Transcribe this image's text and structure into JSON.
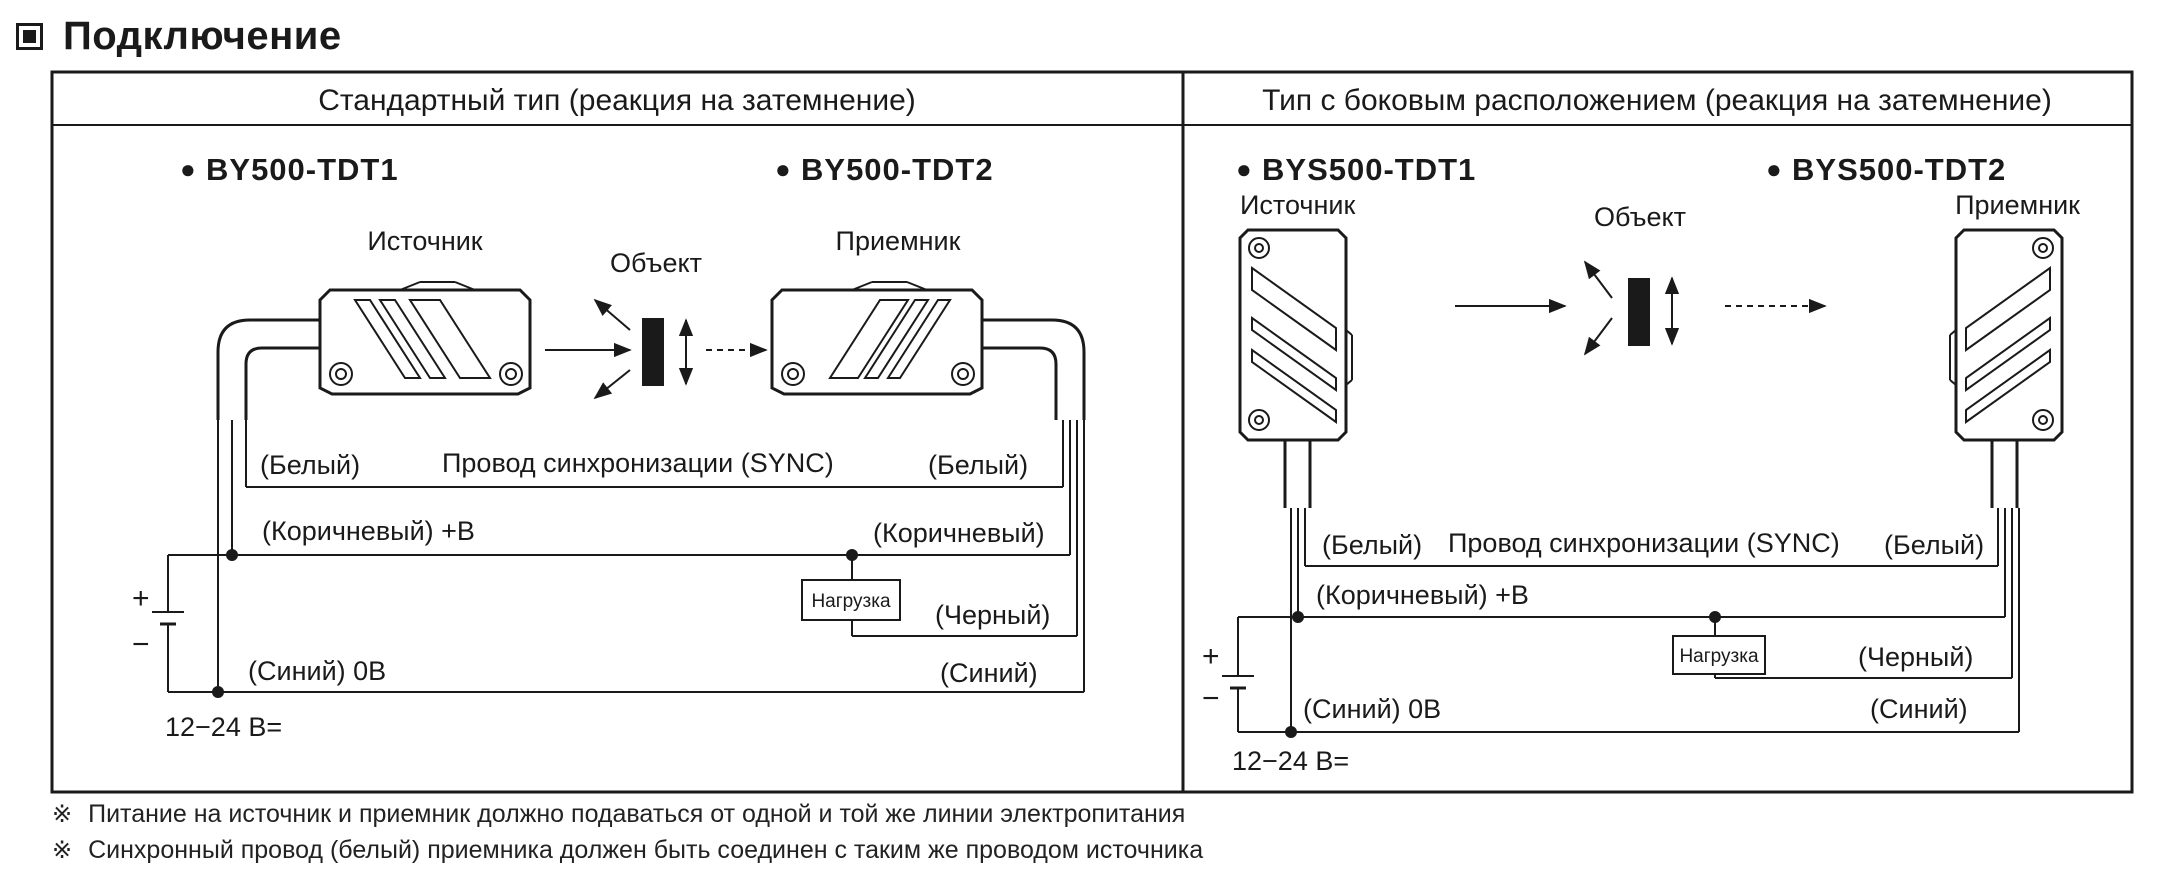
{
  "heading": "Подключение",
  "left_panel": {
    "title": "Стандартный тип (реакция на затемнение)",
    "model_left": "BY500-TDT1",
    "model_right": "BY500-TDT2",
    "bullet": "●",
    "emitter_label": "Источник",
    "object_label": "Объект",
    "receiver_label": "Приемник",
    "white_left": "(Белый)",
    "sync_label": "Провод синхронизации (SYNC)",
    "white_right": "(Белый)",
    "brown_left": "(Коричневый) +В",
    "brown_right": "(Коричневый)",
    "load_label": "Нагрузка",
    "black_label": "(Черный)",
    "blue_left": "(Синий) 0В",
    "blue_right": "(Синий)",
    "plus": "+",
    "minus": "−",
    "voltage": "12−24 В="
  },
  "right_panel": {
    "title": "Тип с боковым расположением (реакция на затемнение)",
    "model_left": "BYS500-TDT1",
    "model_right": "BYS500-TDT2",
    "bullet": "●",
    "emitter_label": "Источник",
    "object_label": "Объект",
    "receiver_label": "Приемник",
    "white_left": "(Белый)",
    "sync_label": "Провод синхронизации (SYNC)",
    "white_right": "(Белый)",
    "brown_left": "(Коричневый) +В",
    "load_label": "Нагрузка",
    "black_label": "(Черный)",
    "blue_left": "(Синий) 0В",
    "blue_right": "(Синий)",
    "plus": "+",
    "minus": "−",
    "voltage": "12−24 В="
  },
  "notes": [
    {
      "mark": "※",
      "text": "Питание на источник и приемник должно подаваться от одной и той же линии электропитания"
    },
    {
      "mark": "※",
      "text": "Синхронный провод (белый) приемника должен быть соединен с таким же проводом источника"
    }
  ]
}
